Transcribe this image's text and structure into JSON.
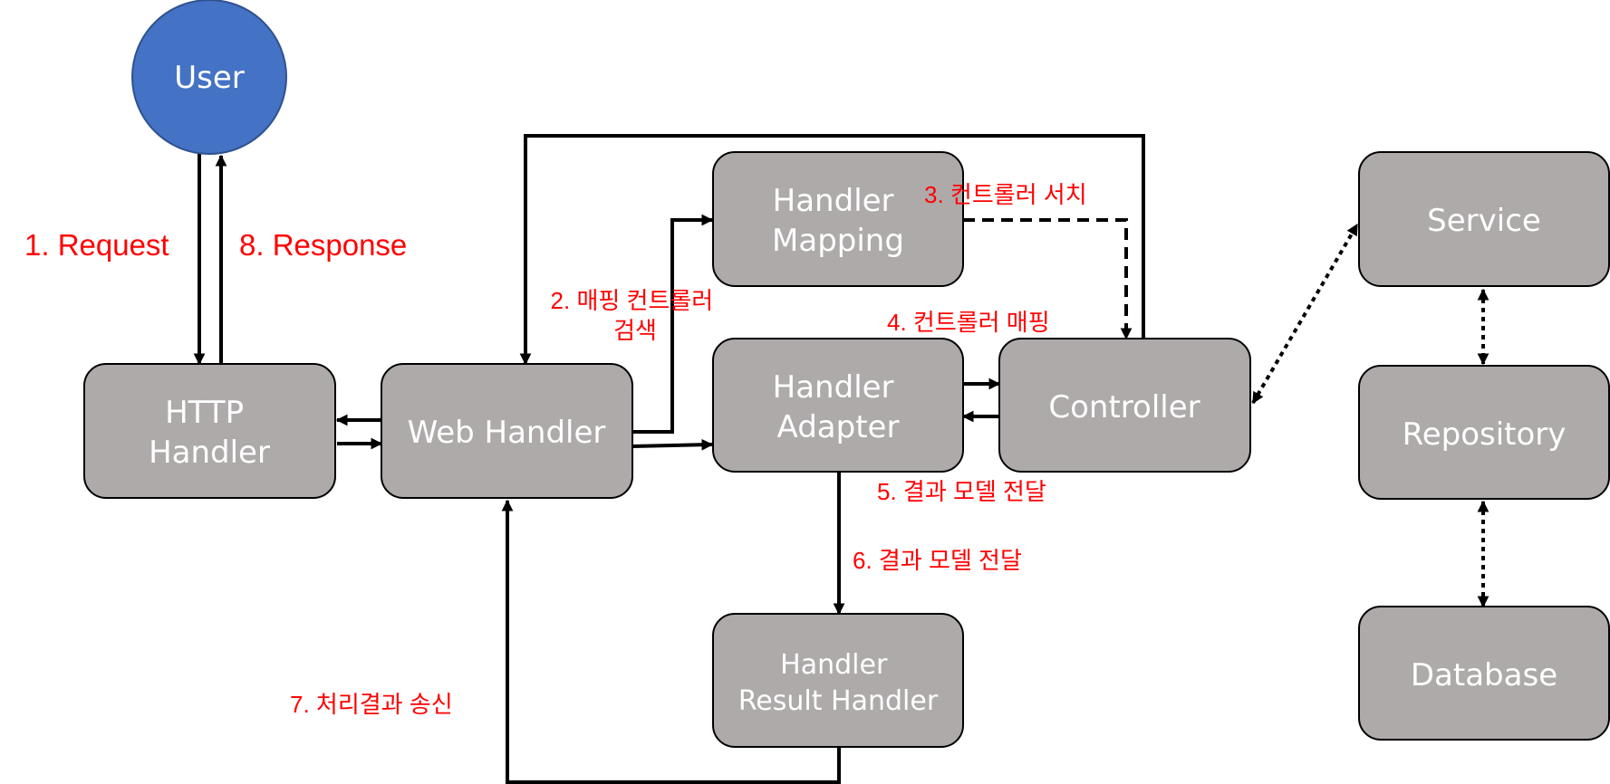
{
  "nodes": {
    "user": "User",
    "http_handler": [
      "HTTP",
      "Handler"
    ],
    "web_handler": "Web Handler",
    "handler_mapping": [
      "Handler",
      "Mapping"
    ],
    "handler_adapter": [
      "Handler",
      "Adapter"
    ],
    "controller": "Controller",
    "handler_result_handler": [
      "Handler",
      "Result Handler"
    ],
    "service": "Service",
    "repository": "Repository",
    "database": "Database"
  },
  "labels": {
    "request": "1. Request",
    "response": "8. Response",
    "step2": [
      "2. 매핑 컨트롤러",
      "검색"
    ],
    "step3": "3. 컨트롤러 서치",
    "step4": "4. 컨트롤러 매핑",
    "step5": "5.  결과 모델 전달",
    "step6": "6.  결과 모델 전달",
    "step7": "7. 처리결과 송신"
  },
  "colors": {
    "user_fill": "#4472c4",
    "box_fill": "#aeaaaa",
    "label_red": "#ff0000"
  }
}
